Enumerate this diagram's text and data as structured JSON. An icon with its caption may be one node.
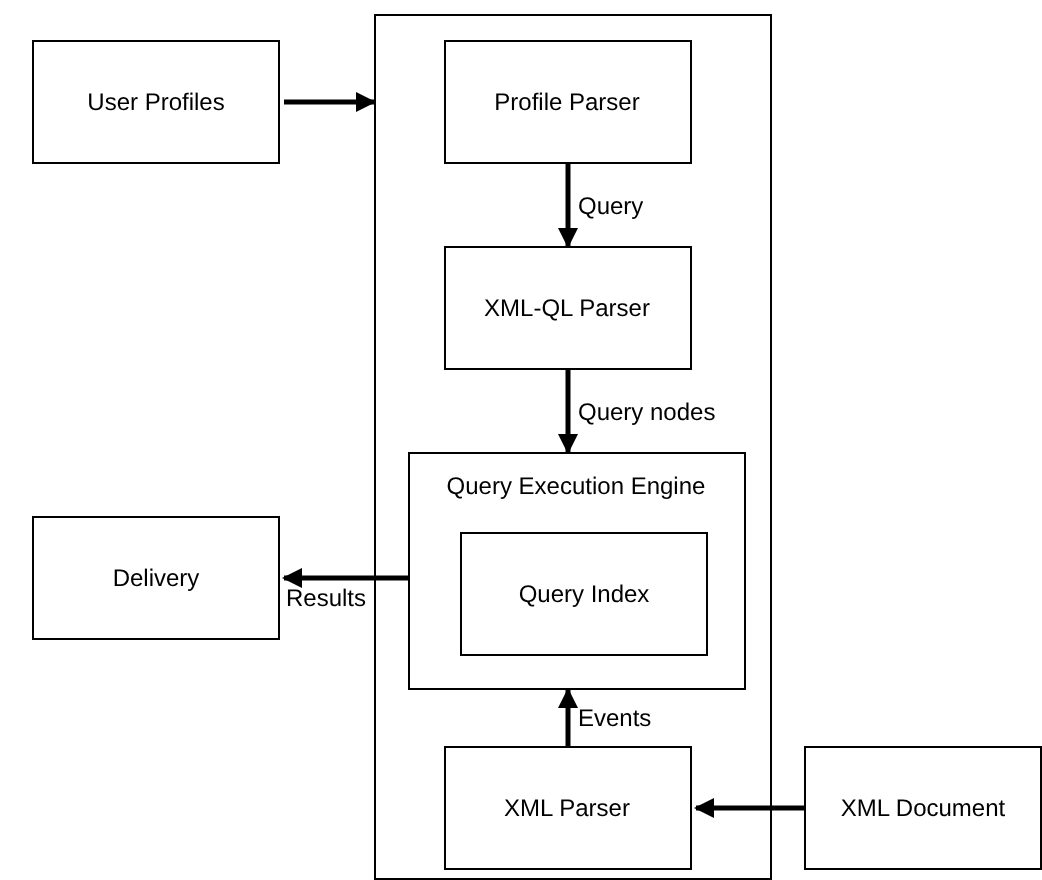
{
  "diagram": {
    "nodes": [
      {
        "text": [
          "User Profiles"
        ]
      },
      {
        "text": [],
        "shape": "box"
      },
      {
        "text": [
          "Profile Parser"
        ],
        "in": 1
      },
      {
        "text": [
          "XML-QL Parser"
        ],
        "in": 1
      },
      {
        "text": [
          "Query Execution Engine"
        ],
        "in": 1
      },
      {
        "text": [
          "Query Index"
        ],
        "in": 4
      },
      {
        "text": [
          "Delivery"
        ]
      },
      {
        "text": [
          "XML Parser"
        ],
        "in": 1
      },
      {
        "text": [
          "XML Document"
        ]
      }
    ],
    "edges": [
      {
        "from": 0,
        "to": 1,
        "arrow": "to"
      },
      {
        "from": 2,
        "to": 3,
        "label": "Query",
        "arrow": "to"
      },
      {
        "from": 3,
        "to": 4,
        "label": "Query nodes",
        "arrow": "to"
      },
      {
        "from": 4,
        "to": 6,
        "label": "Results",
        "arrow": "to"
      },
      {
        "from": 7,
        "to": 4,
        "label": "Events",
        "arrow": "to"
      },
      {
        "from": 8,
        "to": 7,
        "arrow": "to"
      }
    ]
  }
}
